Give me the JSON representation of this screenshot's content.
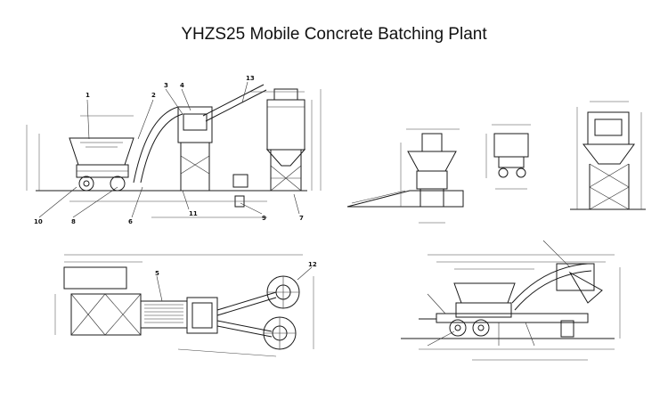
{
  "title": "YHZS25 Mobile Concrete Batching Plant",
  "callouts": [
    "1",
    "2",
    "3",
    "4",
    "5",
    "6",
    "7",
    "8",
    "9",
    "10",
    "11",
    "12",
    "13"
  ]
}
